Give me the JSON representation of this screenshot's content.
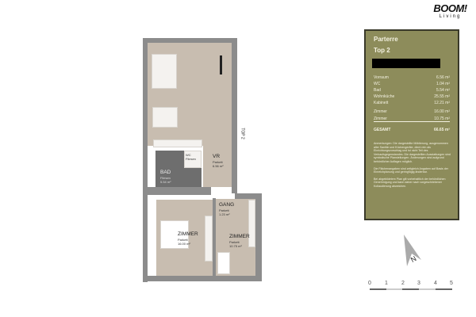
{
  "logo": {
    "word": "BOOM!",
    "sub": "Living"
  },
  "panel": {
    "floor": "Parterre",
    "unit": "Top 2",
    "rows": [
      {
        "label": "Vorraum",
        "value": "6.56 m²"
      },
      {
        "label": "WC",
        "value": "1.04 m²"
      },
      {
        "label": "Bad",
        "value": "5.54 m²"
      },
      {
        "label": "Wohnküche",
        "value": "25.55 m²"
      },
      {
        "label": "Kabinett",
        "value": "12.21 m²"
      },
      {
        "label": "Zimmer",
        "value": "16.00 m²"
      },
      {
        "label": "Zimmer",
        "value": "10.75 m²"
      }
    ],
    "total_label": "GESAMT",
    "total_value": "66.65 m²",
    "notes": [
      "Anmerkungen: Die dargestellte Möblierung, ausgenommen aller Sanitär und Küchengeräte, dient rein als Einrichtungsvorschlag und ist nicht Teil des Verkaufsgegenstandes. Die dargestellten Ausstattungen sind symbolische Planstellungen. Änderungen sind aufgrund behördlicher Auflagen möglich.",
      "Die Flächenangaben sind zeitgleich Angaben auf Basis der Einreichplanung und geringfügig änderbar.",
      "Bei abgebildetem Plan gilt vorbehaltlich der behördlichen Genehmigung und kann daher nach vorgeschriebener Kollaudierung abweichen."
    ]
  },
  "plan": {
    "rooms": [
      {
        "name": "VR",
        "floor": "Parkett",
        "area": "6.56 m²"
      },
      {
        "name": "WC",
        "floor": "Fliesen",
        "area": "1.04 m²"
      },
      {
        "name": "BAD",
        "floor": "Fliesen",
        "area": "5.54 m²"
      },
      {
        "name": "GANG",
        "floor": "Parkett",
        "area": "1.23 m²"
      },
      {
        "name": "ZIMMER",
        "floor": "Parkett",
        "area": "16.00 m²"
      },
      {
        "name": "ZIMMER",
        "floor": "Parkett",
        "area": "10.75 m²"
      }
    ],
    "entrance_label": "TOP 2"
  },
  "north": {
    "label": "N"
  },
  "scale": {
    "ticks": [
      "0",
      "1",
      "2",
      "3",
      "4",
      "5"
    ]
  },
  "colors": {
    "panel": "#8d8c5b",
    "floor": "#c8bdb0",
    "wall": "#8c8c8c"
  }
}
